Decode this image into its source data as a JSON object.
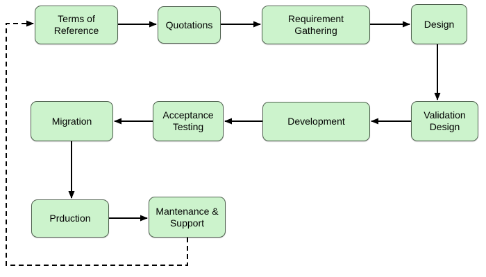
{
  "diagram": {
    "colors": {
      "node_fill": "#ccf3cc",
      "node_border": "#4f614f",
      "arrow": "#000000",
      "background": "#ffffff"
    },
    "nodes": [
      {
        "id": "terms-of-reference",
        "label": "Terms of\nReference"
      },
      {
        "id": "quotations",
        "label": "Quotations"
      },
      {
        "id": "requirement-gathering",
        "label": "Requirement\nGathering"
      },
      {
        "id": "design",
        "label": "Design"
      },
      {
        "id": "validation-design",
        "label": "Validation\nDesign"
      },
      {
        "id": "development",
        "label": "Development"
      },
      {
        "id": "acceptance-testing",
        "label": "Acceptance\nTesting"
      },
      {
        "id": "migration",
        "label": "Migration"
      },
      {
        "id": "prduction",
        "label": "Prduction"
      },
      {
        "id": "mantenance-support",
        "label": "Mantenance &\nSupport"
      }
    ],
    "edges": [
      {
        "from": "terms-of-reference",
        "to": "quotations",
        "style": "solid"
      },
      {
        "from": "quotations",
        "to": "requirement-gathering",
        "style": "solid"
      },
      {
        "from": "requirement-gathering",
        "to": "design",
        "style": "solid"
      },
      {
        "from": "design",
        "to": "validation-design",
        "style": "solid"
      },
      {
        "from": "validation-design",
        "to": "development",
        "style": "solid"
      },
      {
        "from": "development",
        "to": "acceptance-testing",
        "style": "solid"
      },
      {
        "from": "acceptance-testing",
        "to": "migration",
        "style": "solid"
      },
      {
        "from": "migration",
        "to": "prduction",
        "style": "solid"
      },
      {
        "from": "prduction",
        "to": "mantenance-support",
        "style": "solid"
      },
      {
        "from": "mantenance-support",
        "to": "terms-of-reference",
        "style": "dashed"
      }
    ]
  }
}
